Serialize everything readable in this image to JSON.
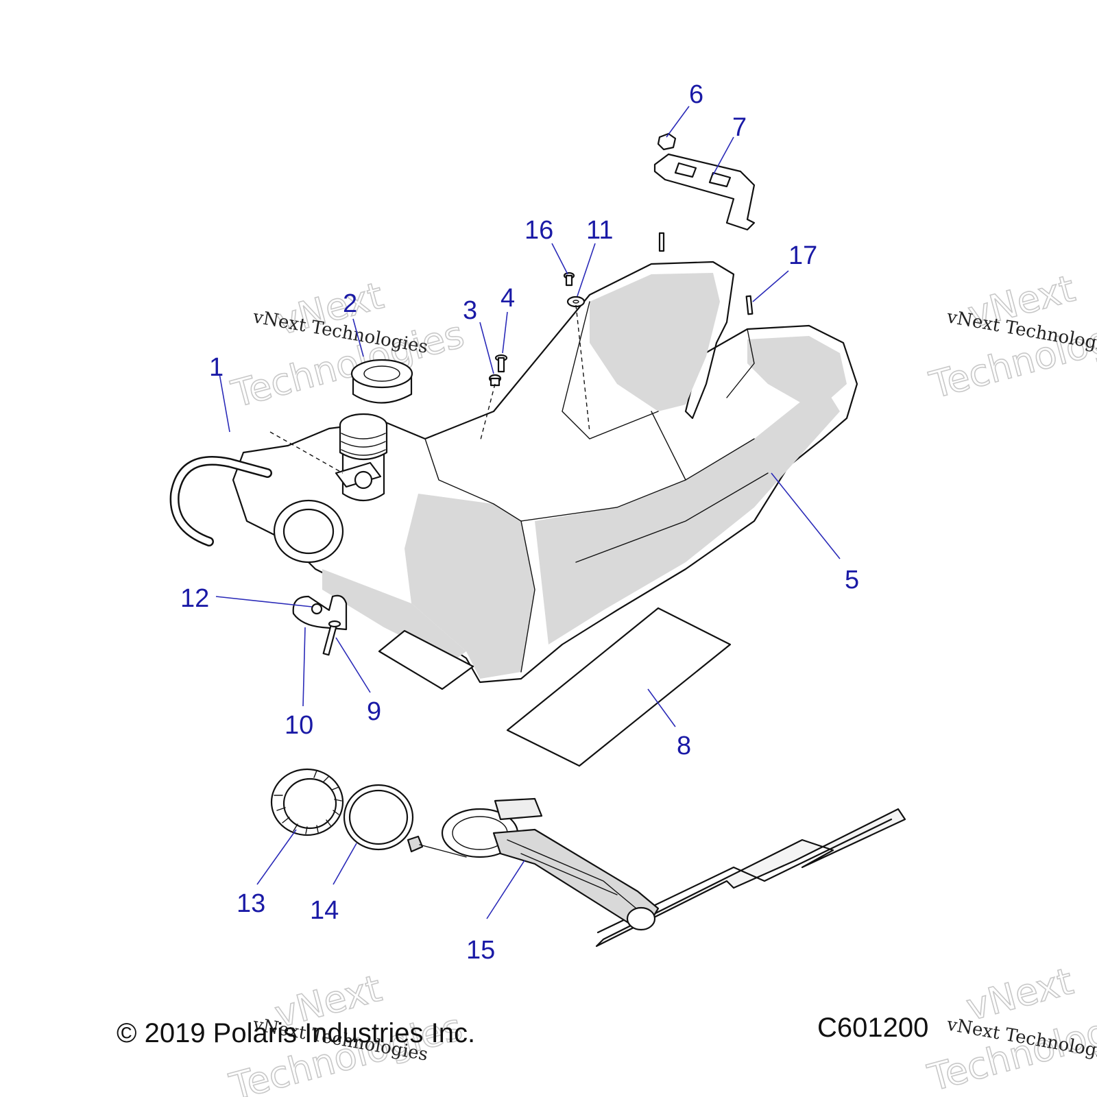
{
  "callouts": [
    "1",
    "2",
    "3",
    "4",
    "5",
    "6",
    "7",
    "8",
    "9",
    "10",
    "11",
    "12",
    "13",
    "14",
    "15",
    "16",
    "17"
  ],
  "copyright": "© 2019 Polaris Industries Inc.",
  "diagram_id": "C601200",
  "watermark": {
    "line1": "vNext",
    "line2": "Technologies",
    "caption": "vNext Technologies"
  }
}
